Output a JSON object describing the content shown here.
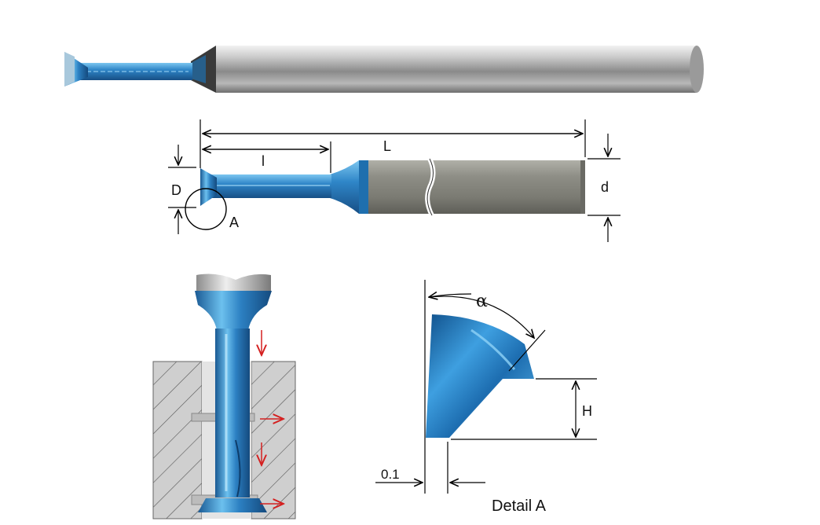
{
  "labels": {
    "overall_length": "L",
    "cutting_length": "l",
    "cutting_diameter": "D",
    "shank_diameter": "d",
    "detail_marker": "A",
    "angle": "α",
    "height": "H",
    "offset": "0.1",
    "detail_title": "Detail A"
  },
  "colors": {
    "coating_blue": "#1f6fae",
    "coating_light": "#5fb4e8",
    "shank_grey": "#8f8f8f",
    "shank_light": "#d7d7d7",
    "workpiece_grey": "#cfcfcf",
    "feed_arrow_red": "#d42020"
  },
  "icons": {
    "feed_arrows": "arrow-down-red",
    "side_arrows": "arrow-right-red"
  }
}
